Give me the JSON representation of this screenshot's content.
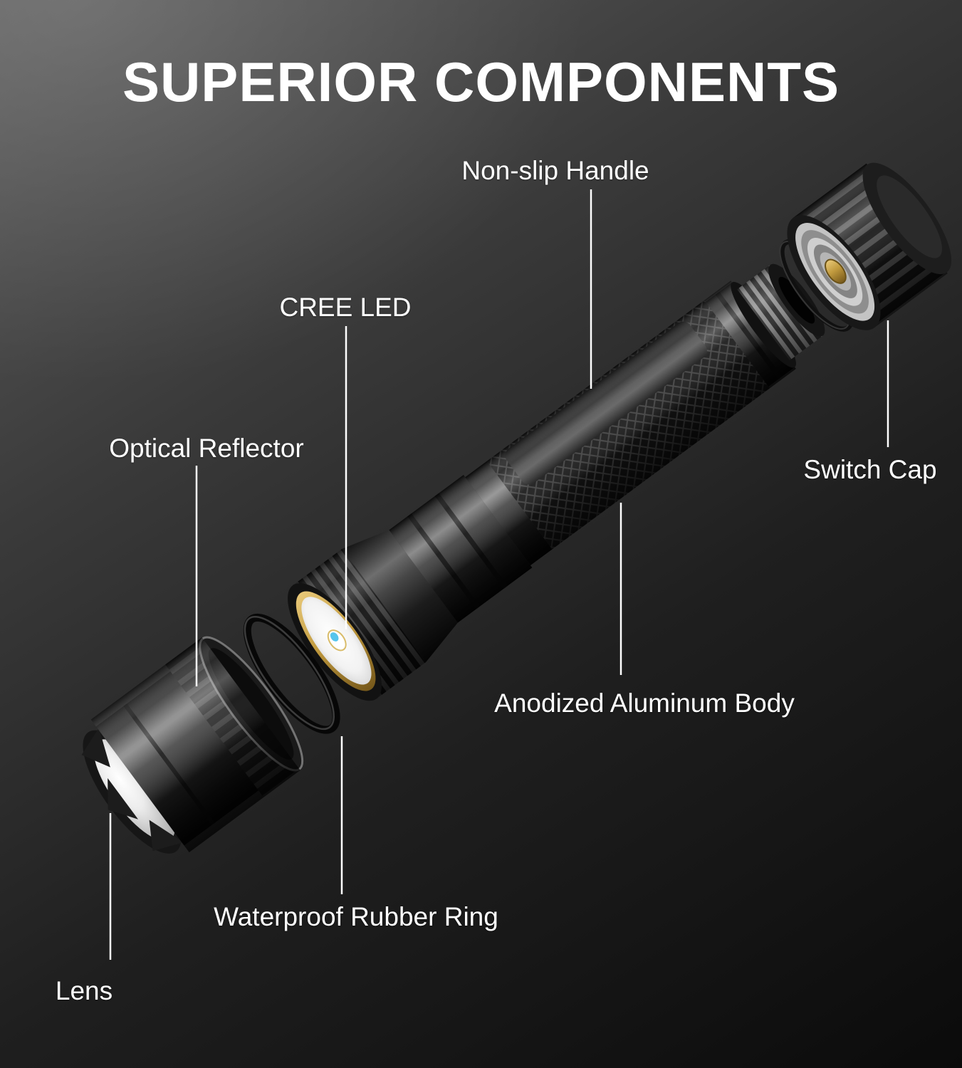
{
  "page": {
    "title": "SUPERIOR COMPONENTS"
  },
  "callouts": {
    "non_slip_handle": {
      "label": "Non-slip Handle"
    },
    "cree_led": {
      "label": "CREE LED"
    },
    "optical_reflector": {
      "label": "Optical Reflector"
    },
    "switch_cap": {
      "label": "Switch Cap"
    },
    "anodized_aluminum_body": {
      "label": "Anodized Aluminum Body"
    },
    "waterproof_rubber_ring": {
      "label": "Waterproof Rubber Ring"
    },
    "lens": {
      "label": "Lens"
    }
  },
  "colors": {
    "background_top": "#5f5f5f",
    "background_bottom": "#0b0b0b",
    "text": "#ffffff",
    "leader_line": "#ffffff",
    "led_accent": "#56c5ec",
    "brass": "#c19a3e"
  }
}
